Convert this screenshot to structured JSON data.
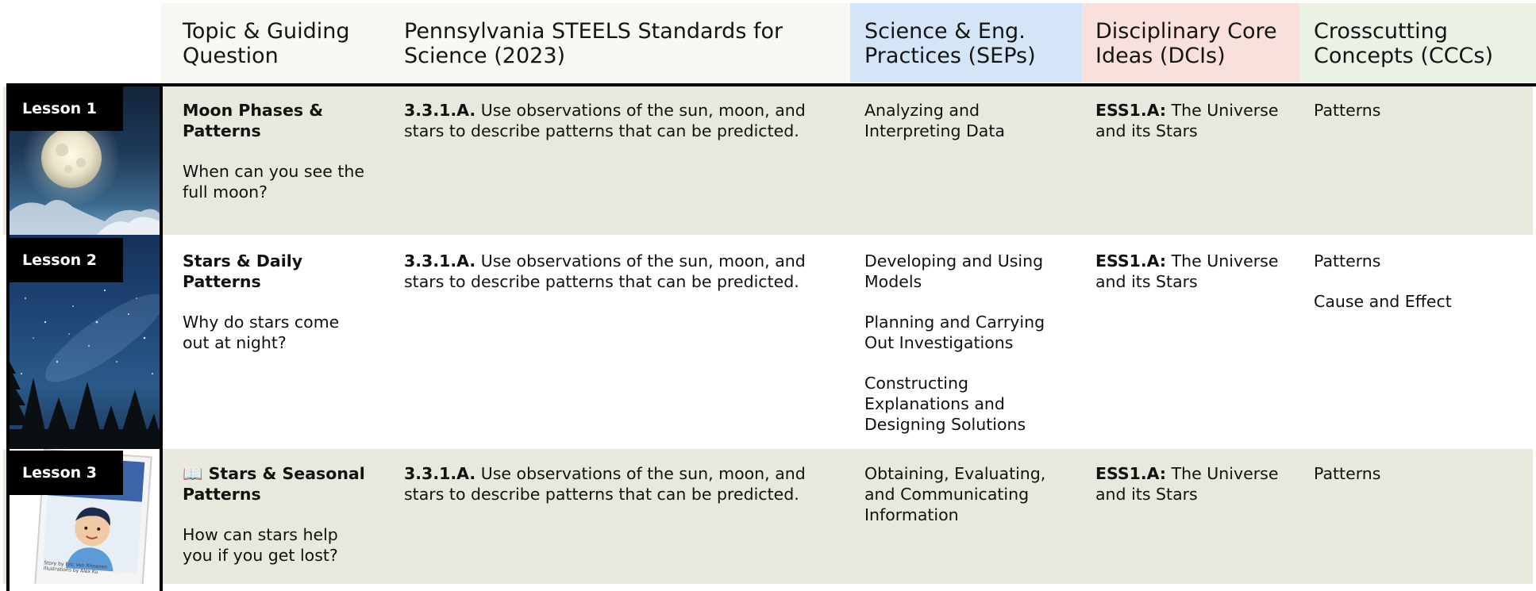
{
  "headers": {
    "topic": [
      "Topic & Guiding",
      "Question"
    ],
    "standards": [
      "Pennsylvania STEELS Standards for",
      "Science (2023)"
    ],
    "seps": [
      "Science & Eng.",
      "Practices (SEPs)"
    ],
    "dcis": [
      "Disciplinary Core",
      "Ideas (DCIs)"
    ],
    "cccs": [
      "Crosscutting",
      "Concepts (CCCs)"
    ]
  },
  "colors": {
    "header_bg": "#f7f8f2",
    "seps_bg": "#d5e5f8",
    "dcis_bg": "#f9e0dc",
    "cccs_bg": "#e9f2e4",
    "row_shaded": "#e8e8de",
    "badge": "#000000"
  },
  "lessons": [
    {
      "badge": "Lesson 1",
      "image_icon": "full-moon-night-sky",
      "topic": [
        "Moon Phases &",
        "Patterns"
      ],
      "question": [
        "When can you see the",
        "full moon?"
      ],
      "standard_code": "3.3.1.A.",
      "standard_text": [
        "Use observations of the sun, moon, and",
        "stars to describe patterns that can be predicted."
      ],
      "seps": [
        [
          "Analyzing and",
          "Interpreting Data"
        ]
      ],
      "dci_code": "ESS1.A:",
      "dci_text": [
        "The Universe",
        "and its Stars"
      ],
      "cccs": [
        "Patterns"
      ]
    },
    {
      "badge": "Lesson 2",
      "image_icon": "starry-sky-pine-trees",
      "topic": [
        "Stars & Daily",
        "Patterns"
      ],
      "question": [
        "Why do stars come",
        "out at night?"
      ],
      "standard_code": "3.3.1.A.",
      "standard_text": [
        "Use observations of the sun, moon, and",
        "stars to describe patterns that can be predicted."
      ],
      "seps": [
        [
          "Developing and Using",
          "Models"
        ],
        [
          "Planning and Carrying",
          "Out Investigations"
        ],
        [
          "Constructing",
          "Explanations and",
          "Designing Solutions"
        ]
      ],
      "dci_code": "ESS1.A:",
      "dci_text": [
        "The Universe",
        "and its Stars"
      ],
      "cccs": [
        "Patterns",
        "Cause and Effect"
      ]
    },
    {
      "badge": "Lesson 3",
      "image_icon": "storybook-cover",
      "book_icon": "📖",
      "topic": [
        "Stars & Seasonal",
        "Patterns"
      ],
      "question": [
        "How can stars help",
        "you if you get lost?"
      ],
      "standard_code": "3.3.1.A.",
      "standard_text": [
        "Use observations of the sun, moon, and",
        "stars to describe patterns that can be predicted."
      ],
      "seps": [
        [
          "Obtaining, Evaluating,",
          "and Communicating",
          "Information"
        ]
      ],
      "dci_code": "ESS1.A:",
      "dci_text": [
        "The Universe",
        "and its Stars"
      ],
      "cccs": [
        "Patterns"
      ],
      "book_credit": [
        "Story by Eric Van Rheenen",
        "Illustrations by Alex Ku"
      ]
    }
  ]
}
